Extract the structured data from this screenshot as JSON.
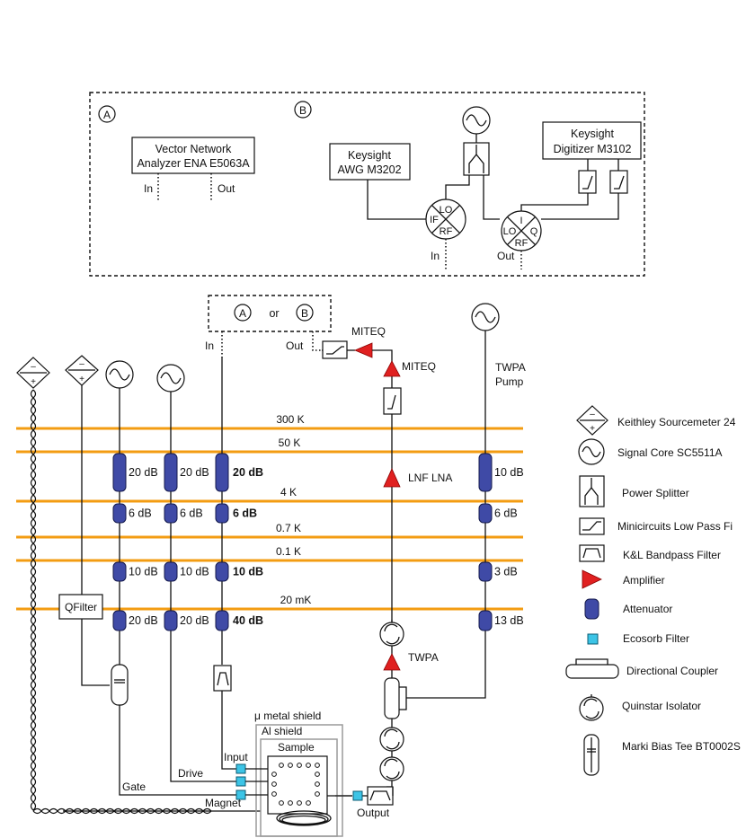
{
  "colors": {
    "stage_line": "#f39c12",
    "attenuator": "#3f4aa6",
    "amplifier": "#e02020",
    "ecosorb": "#3cc4e6",
    "shield": "#9a9a9a"
  },
  "panel_b_top": {
    "label_a": "A",
    "label_b": "B",
    "vna_line1": "Vector Network",
    "vna_line2": "Analyzer ENA E5063A",
    "vna_in": "In",
    "vna_out": "Out",
    "awg_line1": "Keysight",
    "awg_line2": "AWG M3202",
    "digitizer_line1": "Keysight",
    "digitizer_line2": "Digitizer M3102",
    "mixer1": {
      "lo": "LO",
      "if": "IF",
      "rf": "RF"
    },
    "mixer2": {
      "lo": "LO",
      "i": "I",
      "q": "Q",
      "rf": "RF"
    },
    "b_in": "In",
    "b_out": "Out"
  },
  "selector": {
    "a": "A",
    "or": "or",
    "b": "B",
    "in": "In",
    "out": "Out"
  },
  "stages": [
    "300 K",
    "50 K",
    "4 K",
    "0.7 K",
    "0.1 K",
    "20 mK"
  ],
  "lines": {
    "gate": {
      "label": "Gate",
      "atten": [
        "20 dB",
        "6 dB",
        "10 dB",
        "20 dB"
      ]
    },
    "drive": {
      "label": "Drive",
      "atten": [
        "20 dB",
        "6 dB",
        "10 dB",
        "20 dB"
      ]
    },
    "input": {
      "label": "Input",
      "atten": [
        "20 dB",
        "6 dB",
        "10 dB",
        "40 dB"
      ]
    },
    "pump": {
      "label_line1": "TWPA",
      "label_line2": "Pump",
      "atten": [
        "10 dB",
        "6 dB",
        "3 dB",
        "13 dB"
      ]
    },
    "magnet": {
      "label": "Magnet"
    },
    "output": {
      "label": "Output"
    }
  },
  "amplifiers": {
    "miteq_top": "MITEQ",
    "miteq_bottom": "MITEQ",
    "lnf": "LNF LNA",
    "twpa": "TWPA"
  },
  "qfilter": "QFilter",
  "shields": {
    "mu_metal": "μ metal shield",
    "al": "Al shield",
    "sample": "Sample"
  },
  "legend": [
    {
      "icon": "sourcemeter-icon",
      "label": "Keithley Sourcemeter 24"
    },
    {
      "icon": "signal-generator-icon",
      "label": "Signal Core SC5511A"
    },
    {
      "icon": "power-splitter-icon",
      "label": "Power Splitter"
    },
    {
      "icon": "low-pass-filter-icon",
      "label": "Minicircuits Low Pass Fi"
    },
    {
      "icon": "bandpass-filter-icon",
      "label": "K&L Bandpass Filter"
    },
    {
      "icon": "amplifier-icon",
      "label": "Amplifier"
    },
    {
      "icon": "attenuator-icon",
      "label": "Attenuator"
    },
    {
      "icon": "ecosorb-filter-icon",
      "label": "Ecosorb Filter"
    },
    {
      "icon": "directional-coupler-icon",
      "label": "Directional Coupler"
    },
    {
      "icon": "isolator-icon",
      "label": "Quinstar Isolator"
    },
    {
      "icon": "bias-tee-icon",
      "label": "Marki Bias Tee BT0002S"
    }
  ]
}
